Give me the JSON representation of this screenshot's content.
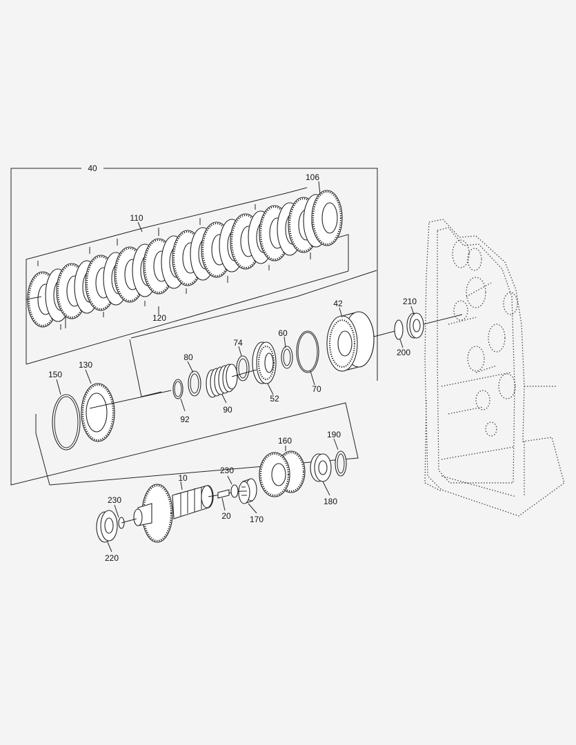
{
  "diagram": {
    "callouts": {
      "c40": "40",
      "c106": "106",
      "c110": "110",
      "c120": "120",
      "c42": "42",
      "c210": "210",
      "c200": "200",
      "c60": "60",
      "c70": "70",
      "c74": "74",
      "c52": "52",
      "c80": "80",
      "c90": "90",
      "c92": "92",
      "c130": "130",
      "c150": "150",
      "c160": "160",
      "c190": "190",
      "c180": "180",
      "c170": "170",
      "c230a": "230",
      "c20": "20",
      "c10": "10",
      "c230b": "230",
      "c220": "220"
    }
  }
}
